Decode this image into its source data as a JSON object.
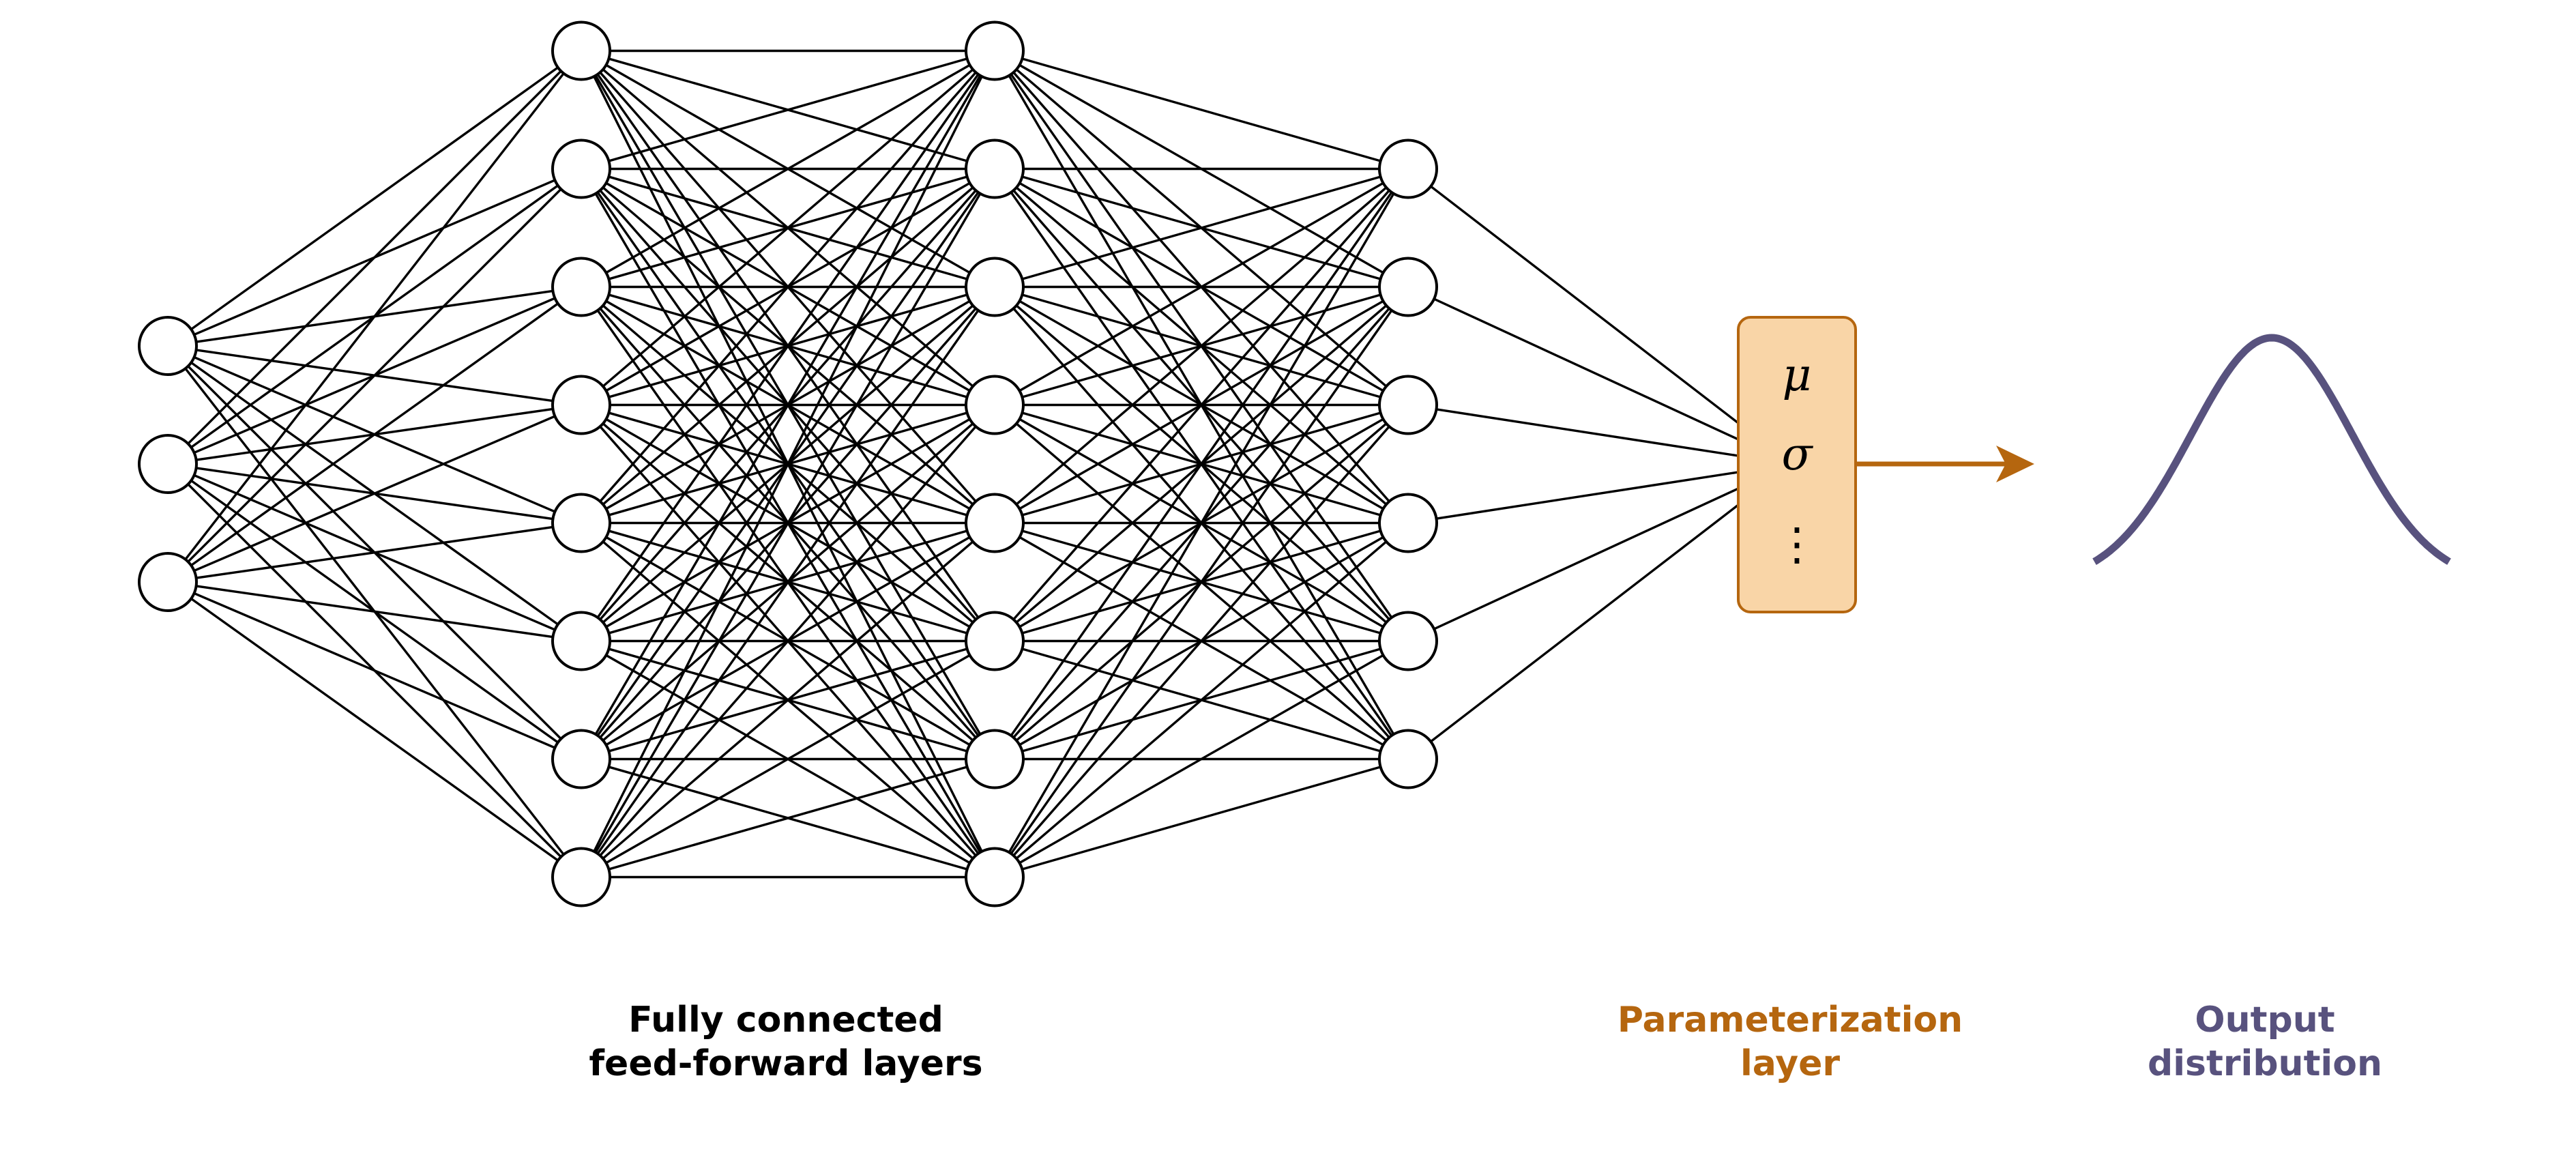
{
  "colors": {
    "network": "#000000",
    "param_fill": "#f9d5a7",
    "param_stroke": "#b5660f",
    "param_text": "#b5660f",
    "dist": "#58527e"
  },
  "network": {
    "layer_sizes": [
      3,
      8,
      8,
      6
    ],
    "caption_line1": "Fully connected",
    "caption_line2": "feed-forward layers"
  },
  "param_layer": {
    "symbols": [
      "μ",
      "σ",
      "⋮"
    ],
    "caption_line1": "Parameterization",
    "caption_line2": "layer"
  },
  "output": {
    "caption_line1": "Output",
    "caption_line2": "distribution"
  }
}
